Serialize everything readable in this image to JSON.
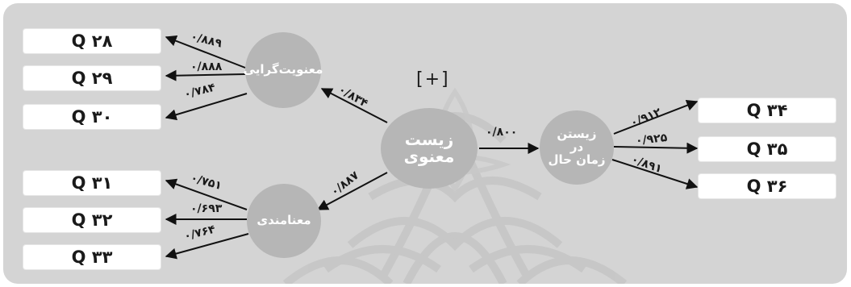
{
  "diagram": {
    "marker": "[+]",
    "central": {
      "label": "زیست معنوی",
      "lines": [
        "زیست",
        "معنوی"
      ]
    },
    "left_top": {
      "label": "معنویت‌گرایی",
      "lines": [
        "معنویت‌گرایی"
      ]
    },
    "left_bottom": {
      "label": "معنامندی",
      "lines": [
        "معنامندی"
      ]
    },
    "right": {
      "label": "زیستن در زمان حال",
      "lines": [
        "زیستن",
        "در",
        "زمان حال"
      ]
    },
    "paths": {
      "central_to_left_top": "۰/۸۳۴",
      "central_to_left_bottom": "۰/۸۸۷",
      "central_to_right": "۰/۸۰۰"
    },
    "loadings": {
      "left_top": [
        "۰/۸۸۹",
        "۰/۸۸۸",
        "۰/۷۸۴"
      ],
      "left_bottom": [
        "۰/۷۵۱",
        "۰/۶۹۳",
        "۰/۷۶۴"
      ],
      "right": [
        "۰/۹۱۲",
        "۰/۹۲۵",
        "۰/۸۹۱"
      ]
    },
    "indicators": {
      "left_top": [
        "Q ۲۸",
        "Q ۲۹",
        "Q ۳۰"
      ],
      "left_bottom": [
        "Q ۳۱",
        "Q ۳۲",
        "Q ۳۳"
      ],
      "right": [
        "Q ۳۴",
        "Q ۳۵",
        "Q ۳۶"
      ]
    },
    "colors": {
      "panel": "#d4d4d4",
      "node": "#b6b6b6",
      "arrow": "#111111"
    }
  }
}
